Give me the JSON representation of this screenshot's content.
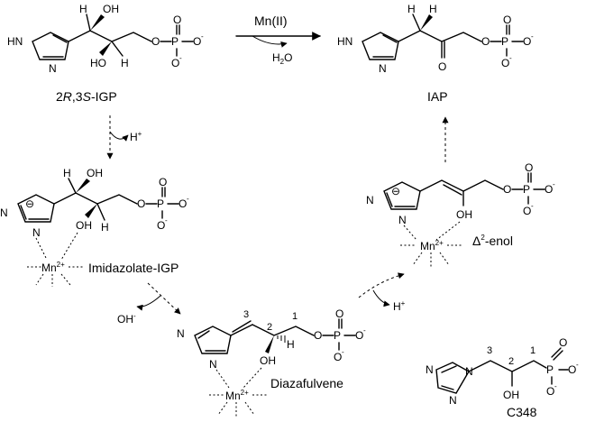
{
  "atoms": {
    "H": "H",
    "OH": "OH",
    "HO": "HO",
    "HN": "HN",
    "N": "N",
    "O": "O",
    "P": "P",
    "O_minus": "O",
    "minus": "-",
    "Mn": "Mn",
    "Mn_charge": "2+",
    "H2O": "H",
    "H2O_sub": "2",
    "H2O_end": "O",
    "H_plus": "H",
    "plus": "+",
    "OH_minus": "OH",
    "circled_minus": "⊖"
  },
  "labels": {
    "igp_prefix": "2",
    "igp_R": "R",
    "igp_mid": ",3",
    "igp_S": "S",
    "igp_suffix": "-IGP",
    "iap": "IAP",
    "imidazolate": "Imidazolate-IGP",
    "diazafulvene": "Diazafulvene",
    "enol_delta": "Δ",
    "enol_sup": "2",
    "enol_suffix": "-enol",
    "c348": "C348",
    "catalyst": "Mn(II)"
  },
  "numbering": {
    "n1": "1",
    "n2": "2",
    "n3": "3"
  }
}
